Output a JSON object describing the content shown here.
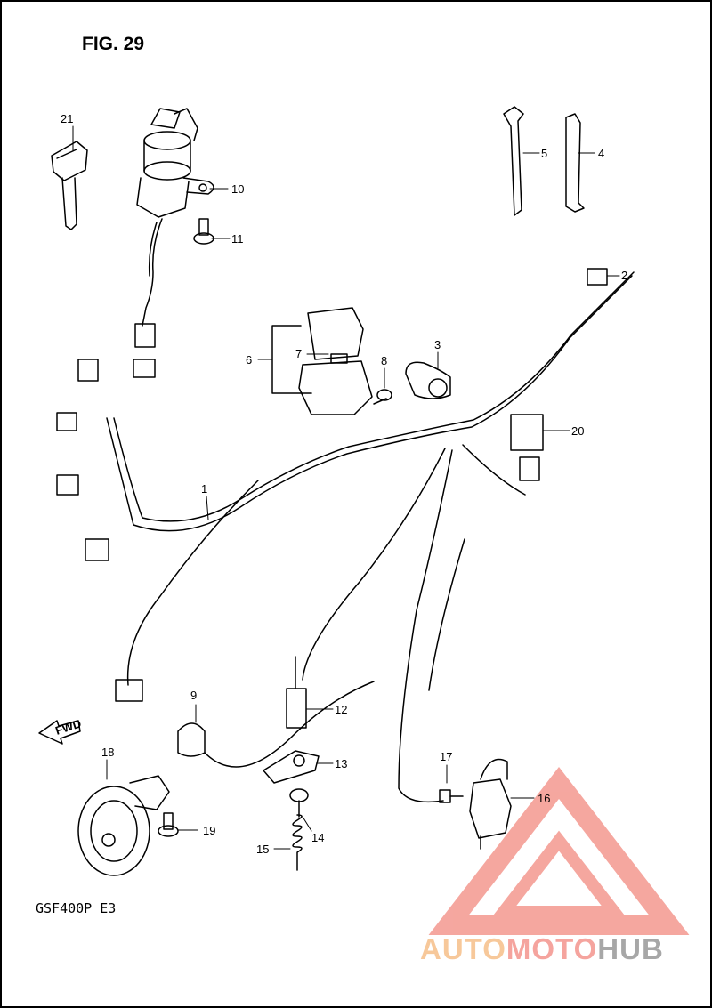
{
  "figure": {
    "title": "FIG. 29",
    "model_code": "GSF400P  E3"
  },
  "callouts": [
    {
      "id": "c1",
      "label": "1"
    },
    {
      "id": "c2",
      "label": "2"
    },
    {
      "id": "c3",
      "label": "3"
    },
    {
      "id": "c4",
      "label": "4"
    },
    {
      "id": "c5",
      "label": "5"
    },
    {
      "id": "c6",
      "label": "6"
    },
    {
      "id": "c7",
      "label": "7"
    },
    {
      "id": "c8",
      "label": "8"
    },
    {
      "id": "c9",
      "label": "9"
    },
    {
      "id": "c10",
      "label": "10"
    },
    {
      "id": "c11",
      "label": "11"
    },
    {
      "id": "c12",
      "label": "12"
    },
    {
      "id": "c13",
      "label": "13"
    },
    {
      "id": "c14",
      "label": "14"
    },
    {
      "id": "c15",
      "label": "15"
    },
    {
      "id": "c16",
      "label": "16"
    },
    {
      "id": "c17",
      "label": "17"
    },
    {
      "id": "c18",
      "label": "18"
    },
    {
      "id": "c19",
      "label": "19"
    },
    {
      "id": "c20",
      "label": "20"
    },
    {
      "id": "c21",
      "label": "21"
    }
  ],
  "fwd_arrow": {
    "label": "FWD"
  },
  "watermark": {
    "part_a": "AUTO",
    "part_b": "MOTO",
    "part_c": "HUB",
    "colors": {
      "auto": "#f7c89a",
      "moto": "#f5a49e",
      "hub": "#a7a7a7",
      "logo": "#f28a80"
    }
  }
}
